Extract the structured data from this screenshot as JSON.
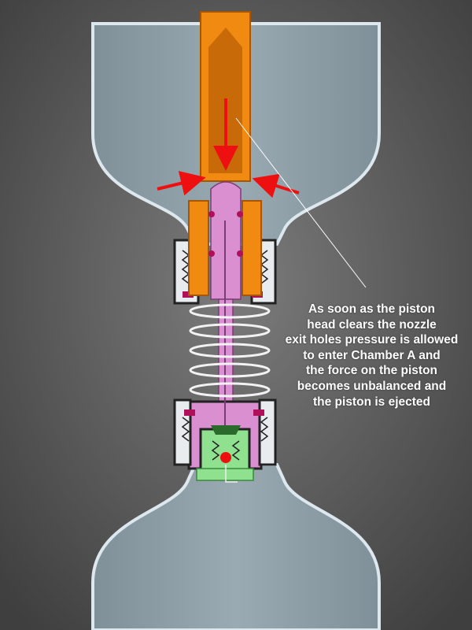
{
  "annotation": {
    "lines": [
      "As soon as the piston",
      "head clears the nozzle",
      "exit holes pressure is allowed",
      "to enter Chamber A and",
      "the force on the piston",
      "becomes unbalanced and",
      "the piston is ejected"
    ]
  },
  "colors": {
    "background": "#5a5a5a",
    "bottle": "#8a9ba4",
    "bottle_outline": "#dde7ee",
    "nozzle": "#f08a10",
    "piston": "#d98fd0",
    "valve": "#8fe08f",
    "seal": "#b0105a",
    "arrow": "#ee1010"
  }
}
